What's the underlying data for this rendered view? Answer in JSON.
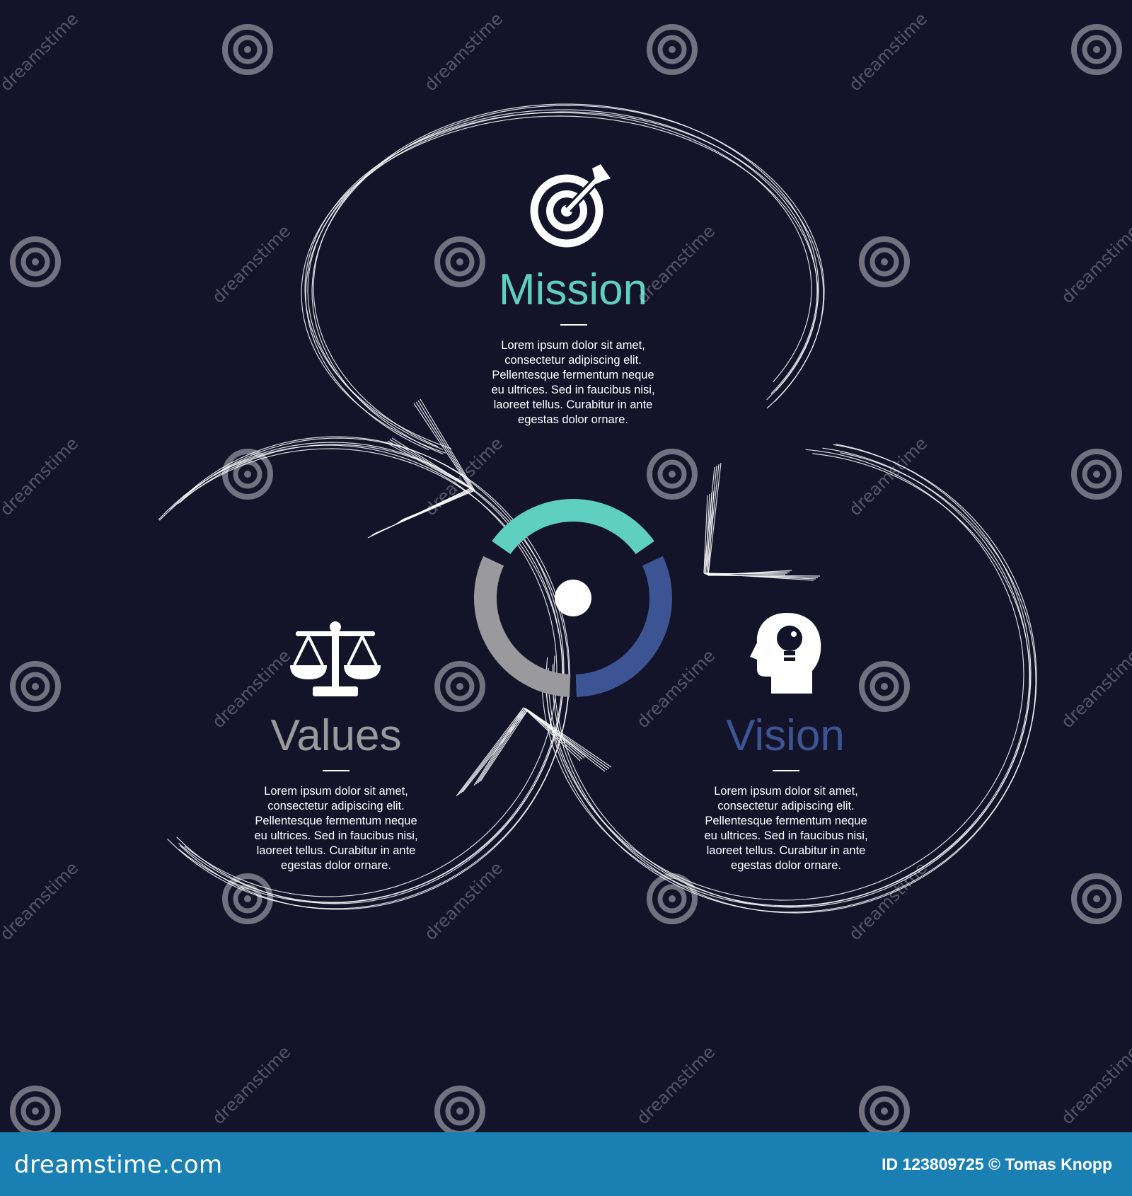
{
  "blocks": [
    {
      "id": "mission",
      "title": "Mission",
      "color": "#5ecfc0",
      "icon": "target-arrow-icon",
      "text_lines": [
        "Lorem ipsum dolor sit amet,",
        "consectetur adipiscing elit.",
        "Pellentesque fermentum neque",
        "eu ultrices. Sed in faucibus nisi,",
        "laoreet tellus. Curabitur in ante",
        "egestas dolor ornare."
      ]
    },
    {
      "id": "values",
      "title": "Values",
      "color": "#9a9a9c",
      "icon": "scales-icon",
      "text_lines": [
        "Lorem ipsum dolor sit amet,",
        "consectetur adipiscing elit.",
        "Pellentesque fermentum neque",
        "eu ultrices. Sed in faucibus nisi,",
        "laoreet tellus. Curabitur in ante",
        "egestas dolor ornare."
      ]
    },
    {
      "id": "vision",
      "title": "Vision",
      "color": "#3d5494",
      "icon": "head-lightbulb-icon",
      "text_lines": [
        "Lorem ipsum dolor sit amet,",
        "consectetur adipiscing elit.",
        "Pellentesque fermentum neque",
        "eu ultrices. Sed in faucibus nisi,",
        "laoreet tellus. Curabitur in ante",
        "egestas dolor ornare."
      ]
    }
  ],
  "center_ring": {
    "icon": "segmented-ring-icon",
    "segment_colors": [
      "#5ecfc0",
      "#3d5494",
      "#9a9a9c"
    ]
  },
  "colors": {
    "background": "#13132a",
    "sketch_lines": "#ffffff",
    "footer": "#1a7fb3"
  },
  "watermark": {
    "text": "dreamstime",
    "icon": "spiral-logo-icon"
  },
  "footer": {
    "brand": "dreamstime.com",
    "credit": "ID 123809725 © Tomas Knopp"
  }
}
